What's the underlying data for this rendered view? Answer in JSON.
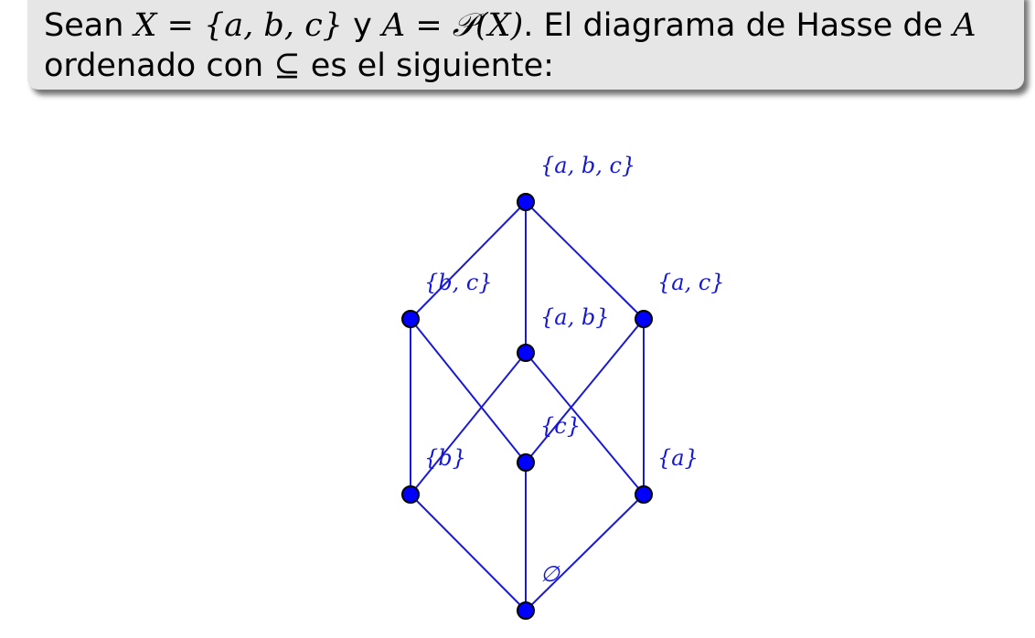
{
  "statement": {
    "line1_prefix": "Sean",
    "x_var": "X",
    "eq1": " = ",
    "x_set": "{a, b, c}",
    "y_word": " y ",
    "a_var": "A",
    "eq2": " = ",
    "powerset": "𝒫",
    "powerset_arg": "(X)",
    "line1_suffix": ". El diagrama de Hasse de",
    "a_var_end": "A",
    "line2_prefix": "ordenado con",
    "subseteq": "⊆",
    "line2_suffix": "es el siguiente:"
  },
  "hasse": {
    "colors": {
      "edge": "#1a1ad6",
      "node_fill": "#0000ff",
      "node_stroke": "#000000",
      "label": "#1515e0"
    },
    "nodes": [
      {
        "id": "abc",
        "label": "{a, b, c}"
      },
      {
        "id": "bc",
        "label": "{b, c}"
      },
      {
        "id": "ab",
        "label": "{a, b}"
      },
      {
        "id": "ac",
        "label": "{a, c}"
      },
      {
        "id": "b",
        "label": "{b}"
      },
      {
        "id": "c",
        "label": "{c}"
      },
      {
        "id": "a",
        "label": "{a}"
      },
      {
        "id": "empty",
        "label": "∅"
      }
    ],
    "edges": [
      [
        "abc",
        "bc"
      ],
      [
        "abc",
        "ab"
      ],
      [
        "abc",
        "ac"
      ],
      [
        "bc",
        "b"
      ],
      [
        "bc",
        "c"
      ],
      [
        "ab",
        "b"
      ],
      [
        "ab",
        "a"
      ],
      [
        "ac",
        "c"
      ],
      [
        "ac",
        "a"
      ],
      [
        "b",
        "empty"
      ],
      [
        "c",
        "empty"
      ],
      [
        "a",
        "empty"
      ]
    ]
  }
}
